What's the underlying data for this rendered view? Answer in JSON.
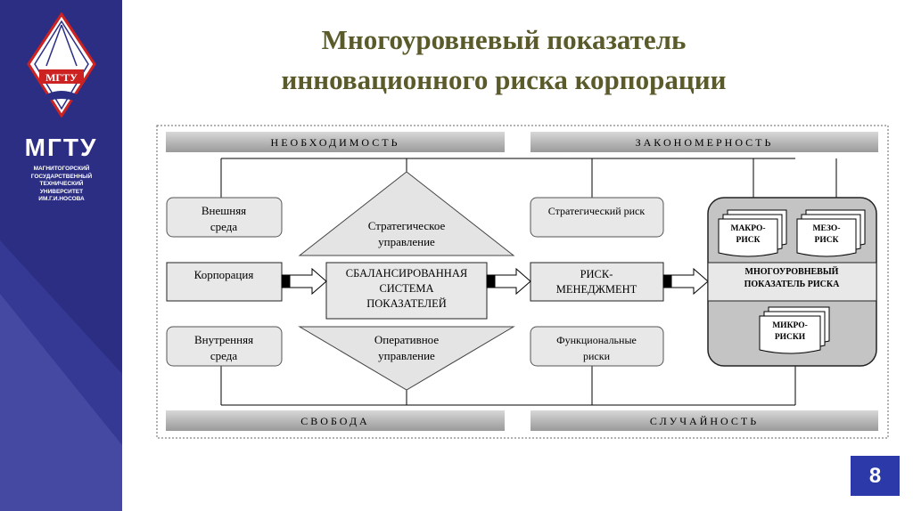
{
  "header": {
    "title_line1": "Многоуровневый показатель",
    "title_line2": "инновационного риска корпорации"
  },
  "logo": {
    "badge_text": "МГТУ",
    "abbr": "МГТУ",
    "name_lines": [
      "магнитогорский",
      "государственный",
      "технический",
      "университет",
      "им.г.и.носова"
    ]
  },
  "diagram": {
    "bands": {
      "necessity": "НЕОБХОДИМОСТЬ",
      "regularity": "ЗАКОНОМЕРНОСТЬ",
      "freedom": "СВОБОДА",
      "chance": "СЛУЧАЙНОСТЬ"
    },
    "external_env": [
      "Внешняя",
      "среда"
    ],
    "corporation": "Корпорация",
    "internal_env": [
      "Внутренняя",
      "среда"
    ],
    "strategic_mgmt": [
      "Стратегическое",
      "управление"
    ],
    "bsc": [
      "СБАЛАНСИРОВАННАЯ",
      "СИСТЕМА",
      "ПОКАЗАТЕЛЕЙ"
    ],
    "operative_mgmt": [
      "Оперативное",
      "управление"
    ],
    "strategic_risk": "Стратегический риск",
    "risk_mgmt": [
      "РИСК-",
      "МЕНЕДЖМЕНТ"
    ],
    "functional_risks": [
      "Функциональные",
      "риски"
    ],
    "macro": [
      "МАКРО-",
      "РИСК"
    ],
    "meso": [
      "МЕЗО-",
      "РИСК"
    ],
    "multilevel": [
      "МНОГОУРОВНЕВЫЙ",
      "ПОКАЗАТЕЛЬ РИСКА"
    ],
    "micro": [
      "МИКРО-",
      "РИСКИ"
    ]
  },
  "footer": {
    "page_number": "8"
  },
  "colors": {
    "sidebar": "#2b2e83",
    "title": "#5a5a2a",
    "page_badge": "#2b3aa8"
  }
}
